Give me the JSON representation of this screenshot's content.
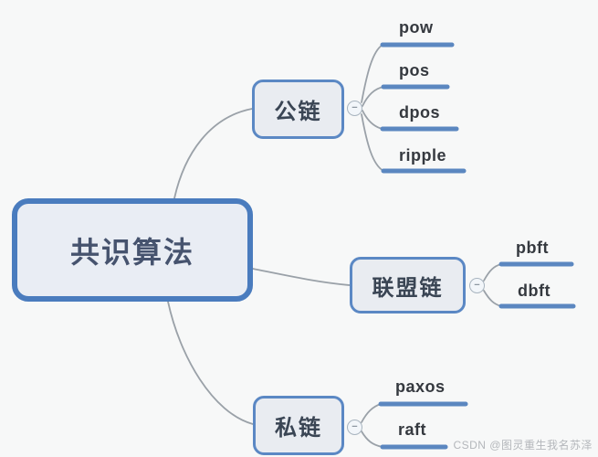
{
  "mindmap": {
    "root": {
      "label": "共识算法"
    },
    "branches": [
      {
        "label": "公链",
        "leaves": [
          "pow",
          "pos",
          "dpos",
          "ripple"
        ]
      },
      {
        "label": "联盟链",
        "leaves": [
          "pbft",
          "dbft"
        ]
      },
      {
        "label": "私链",
        "leaves": [
          "paxos",
          "raft"
        ]
      }
    ],
    "collapse_glyph": "−"
  },
  "watermark": {
    "text": "CSDN @图灵重生我名苏泽"
  },
  "colors": {
    "root_border": "#4a7cbe",
    "root_fill": "#e9edf4",
    "root_text": "#46536e",
    "node_border": "#5b88c4",
    "node_fill": "#e9ecf1",
    "node_text": "#3a4554",
    "leaf_text": "#35393f",
    "leaf_underline": "#5b87c0",
    "connector": "#9aa1a8",
    "watermark": "#b4b7bb",
    "canvas_bg": "#f7f8f8"
  }
}
